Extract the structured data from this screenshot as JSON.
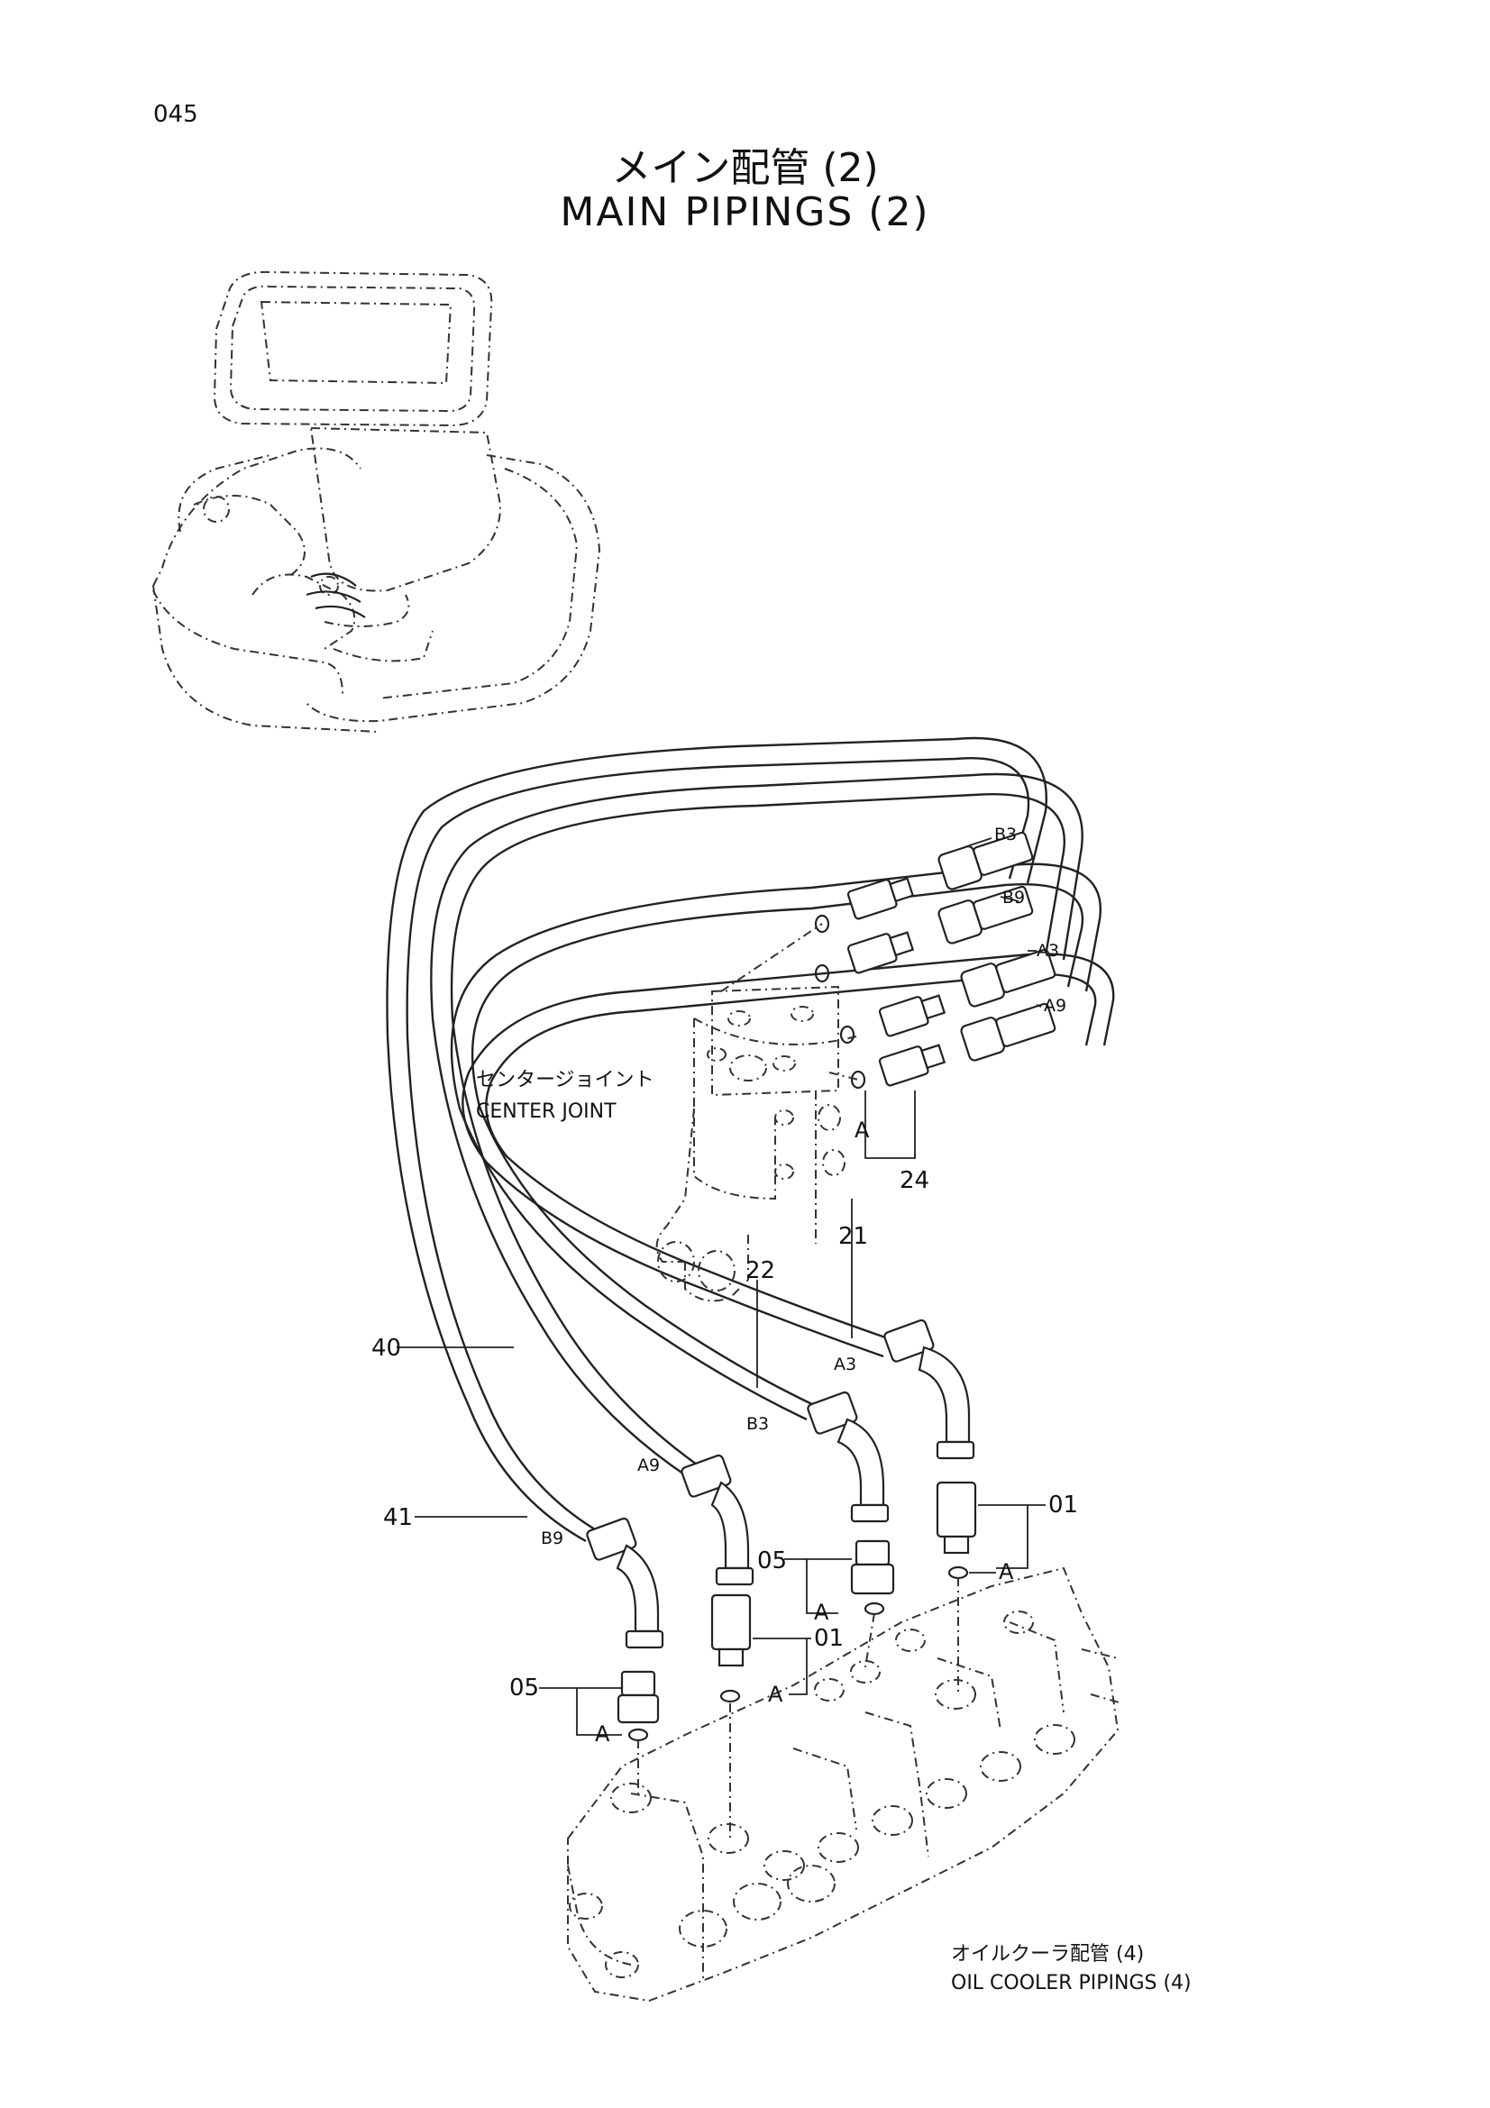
{
  "page_number": "045",
  "title_jp": "メイン配管 (2)",
  "title_en": "MAIN PIPINGS (2)",
  "labels": {
    "center_joint_jp": "センタージョイント",
    "center_joint_en": "CENTER JOINT",
    "oil_cooler_jp": "オイルクーラ配管 (4)",
    "oil_cooler_en": "OIL COOLER PIPINGS (4)"
  },
  "part_numbers": {
    "p01_a": "01",
    "p01_b": "01",
    "p05_a": "05",
    "p05_b": "05",
    "p21": "21",
    "p22": "22",
    "p24": "24",
    "p40": "40",
    "p41": "41"
  },
  "ports": {
    "b3_top": "B3",
    "b9_top": "B9",
    "a3_top": "A3",
    "a9_top": "A9",
    "a3_hose": "A3",
    "b3_hose": "B3",
    "a9_hose": "A9",
    "b9_hose": "B9"
  },
  "ref_a": {
    "a1": "A",
    "a2": "A",
    "a3": "A",
    "a4": "A",
    "a5": "A"
  }
}
